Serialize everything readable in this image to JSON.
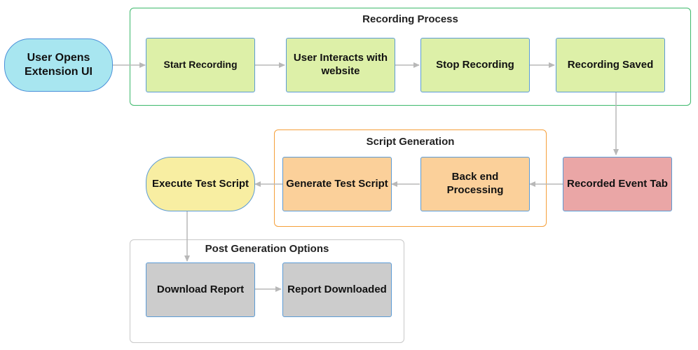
{
  "groups": {
    "recording": "Recording Process",
    "script": "Script Generation",
    "post": "Post Generation Options"
  },
  "nodes": {
    "user_opens": "User Opens Extension UI",
    "start_recording": "Start Recording",
    "user_interacts": "User Interacts with website",
    "stop_recording": "Stop Recording",
    "recording_saved": "Recording Saved",
    "recorded_event_tab": "Recorded Event Tab",
    "backend_processing": "Back end Processing",
    "generate_test_script": "Generate Test Script",
    "execute_test_script": "Execute Test Script",
    "download_report": "Download Report",
    "report_downloaded": "Report Downloaded"
  },
  "colors": {
    "recording_group_border": "#3cb86b",
    "script_group_border": "#f5a03a",
    "post_group_border": "#c8c8c8",
    "start_fill": "#a8e6f0",
    "start_border": "#4a90d9",
    "recording_fill": "#ddf0a8",
    "recording_border": "#5b9bd5",
    "recorded_event_fill": "#eaa6a6",
    "recorded_event_border": "#5b9bd5",
    "script_fill": "#fbd09a",
    "script_border": "#5b9bd5",
    "execute_fill": "#f8eea2",
    "execute_border": "#5b9bd5",
    "post_fill": "#cccccc",
    "post_border": "#5b9bd5",
    "edge": "#b8b8b8"
  }
}
